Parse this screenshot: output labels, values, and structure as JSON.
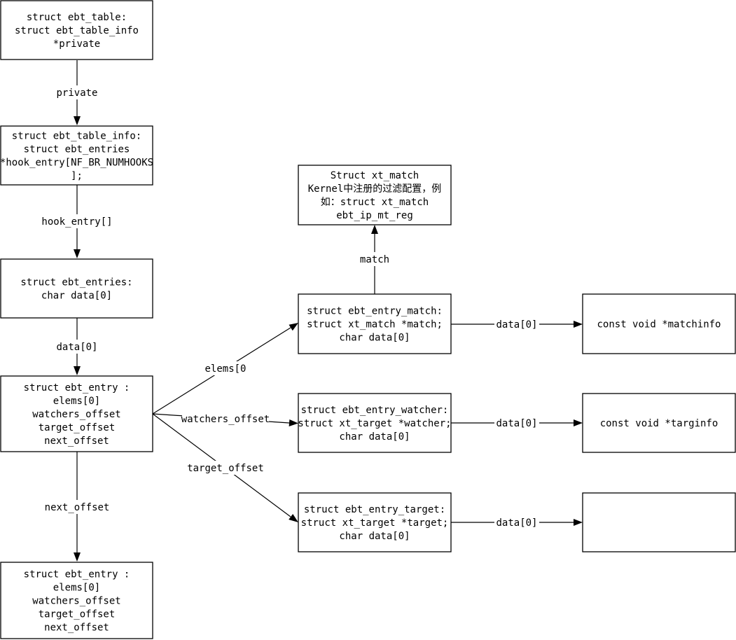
{
  "nodes": {
    "ebt_table": {
      "lines": [
        "struct ebt_table:",
        "struct ebt_table_info",
        "*private"
      ]
    },
    "ebt_table_info": {
      "lines": [
        "struct ebt_table_info:",
        "struct ebt_entries",
        "*hook_entry[NF_BR_NUMHOOKS",
        "];"
      ]
    },
    "ebt_entries": {
      "lines": [
        "struct ebt_entries:",
        "char data[0]"
      ]
    },
    "ebt_entry_1": {
      "lines": [
        "struct ebt_entry :",
        "elems[0]",
        "watchers_offset",
        "target_offset",
        "next_offset"
      ]
    },
    "ebt_entry_2": {
      "lines": [
        "struct ebt_entry :",
        "elems[0]",
        "watchers_offset",
        "target_offset",
        "next_offset"
      ]
    },
    "xt_match": {
      "lines": [
        "Struct xt_match",
        "Kernel中注册的过滤配置，例",
        "如：struct xt_match",
        "ebt_ip_mt_reg"
      ]
    },
    "entry_match": {
      "lines": [
        "struct ebt_entry_match:",
        "struct xt_match *match;",
        "char data[0]"
      ]
    },
    "entry_watcher": {
      "lines": [
        "struct ebt_entry_watcher:",
        "struct xt_target *watcher;",
        "char data[0]"
      ]
    },
    "entry_target": {
      "lines": [
        "struct ebt_entry_target:",
        "struct xt_target *target;",
        "char data[0]"
      ]
    },
    "matchinfo": {
      "lines": [
        "const void *matchinfo"
      ]
    },
    "targinfo": {
      "lines": [
        "const void *targinfo"
      ]
    },
    "target_data": {
      "lines": []
    }
  },
  "edges": {
    "private": "private",
    "hook_entry": "hook_entry[]",
    "data_entries": "data[0]",
    "next_offset": "next_offset",
    "elems": "elems[0",
    "watchers_offset": "watchers_offset",
    "target_offset": "target_offset",
    "match": "match",
    "data_match": "data[0]",
    "data_watcher": "data[0]",
    "data_target": "data[0]"
  }
}
